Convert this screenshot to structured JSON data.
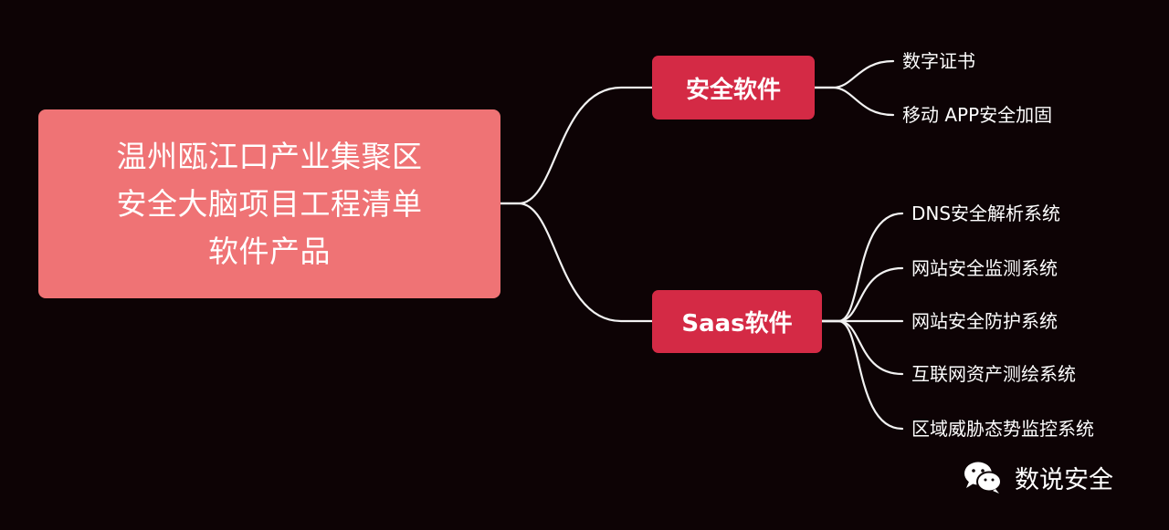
{
  "mindmap": {
    "root": {
      "lines": [
        "温州瓯江口产业集聚区",
        "安全大脑项目工程清单",
        "软件产品"
      ]
    },
    "branches": [
      {
        "label": "安全软件",
        "children": [
          "数字证书",
          "移动 APP安全加固"
        ]
      },
      {
        "label": "Saas软件",
        "children": [
          "DNS安全解析系统",
          "网站安全监测系统",
          "网站安全防护系统",
          "互联网资产测绘系统",
          "区域威胁态势监控系统"
        ]
      }
    ]
  },
  "watermark": {
    "text": "数说安全",
    "icon": "wechat-icon"
  },
  "colors": {
    "background": "#0d0305",
    "root_fill": "#ef7375",
    "branch_fill": "#d42a45",
    "connector": "#f2f2f2",
    "text": "#ffffff"
  }
}
